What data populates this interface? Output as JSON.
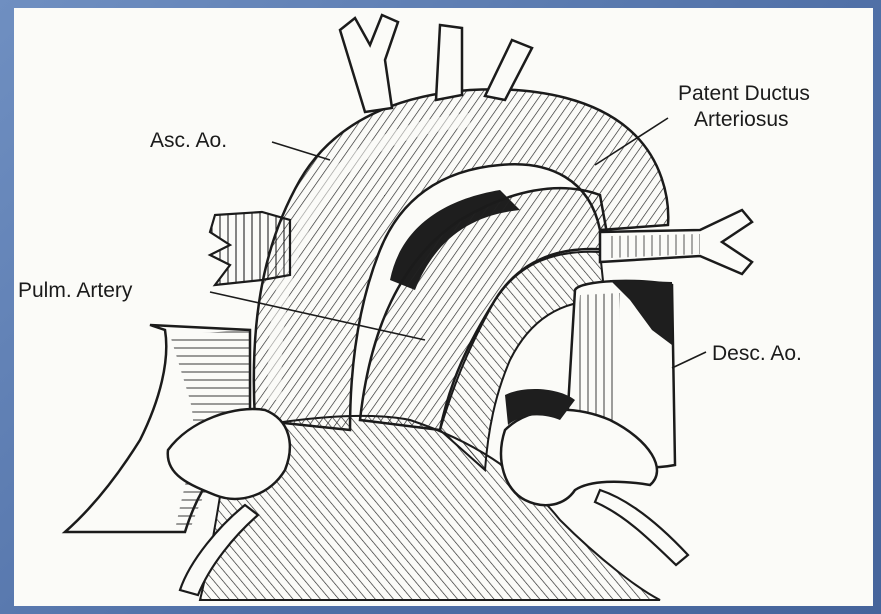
{
  "diagram": {
    "labels": {
      "asc_ao": "Asc. Ao.",
      "pda_line1": "Patent Ductus",
      "pda_line2": "Arteriosus",
      "pulm_artery": "Pulm. Artery",
      "desc_ao": "Desc. Ao."
    },
    "colors": {
      "background": "#5a7cb0",
      "paper": "#fbfbf8",
      "ink": "#1b1b1b"
    }
  }
}
